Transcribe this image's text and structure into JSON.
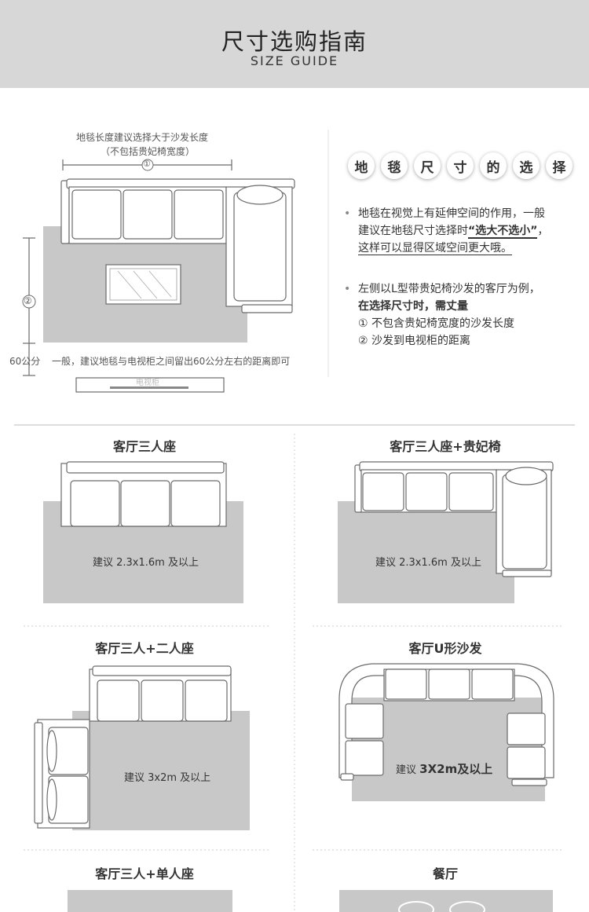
{
  "header": {
    "title": "尺寸选购指南",
    "subtitle": "SIZE GUIDE"
  },
  "diagram": {
    "length_note_line1": "地毯长度建议选择大于沙发长度",
    "length_note_line2": "（不包括贵妃椅宽度）",
    "marker_1": "①",
    "marker_2": "②",
    "distance_label": "60公分",
    "distance_note": "一般，建议地毯与电视柜之间留出60公分左右的距离即可",
    "tv_cabinet_label": "电视柜"
  },
  "selection": {
    "heading_chars": [
      "地",
      "毯",
      "尺",
      "寸",
      "的",
      "选",
      "择"
    ],
    "bullet1_line1": "地毯在视觉上有延伸空间的作用，一般",
    "bullet1_line2_a": "建议在地毯尺寸选择时",
    "bullet1_line2_b": "“选大不选小”",
    "bullet1_line2_c": "，",
    "bullet1_line3": "这样可以显得区域空间更大哦。",
    "bullet2_line1": "左侧以L型带贵妃椅沙发的客厅为例，",
    "bullet2_line2": "在选择尺寸时，需丈量",
    "bullet2_line3": "① 不包含贵妃椅宽度的沙发长度",
    "bullet2_line4": "② 沙发到电视柜的距离"
  },
  "sections": [
    {
      "title": "客厅三人座",
      "recommend": "建议 2.3x1.6m 及以上"
    },
    {
      "title": "客厅三人座+贵妃椅",
      "recommend": "建议 2.3x1.6m 及以上"
    },
    {
      "title": "客厅三人+二人座",
      "recommend": "建议 3x2m 及以上"
    },
    {
      "title": "客厅U形沙发",
      "recommend_prefix": "建议",
      "recommend_big": "3X2m及以上"
    },
    {
      "title": "客厅三人+单人座"
    },
    {
      "title": "餐厅"
    }
  ],
  "colors": {
    "header_bg": "#d7d7d7",
    "rug": "#c8c8c8",
    "sofa_fill": "#ffffff",
    "outline": "#6b6b6b"
  }
}
